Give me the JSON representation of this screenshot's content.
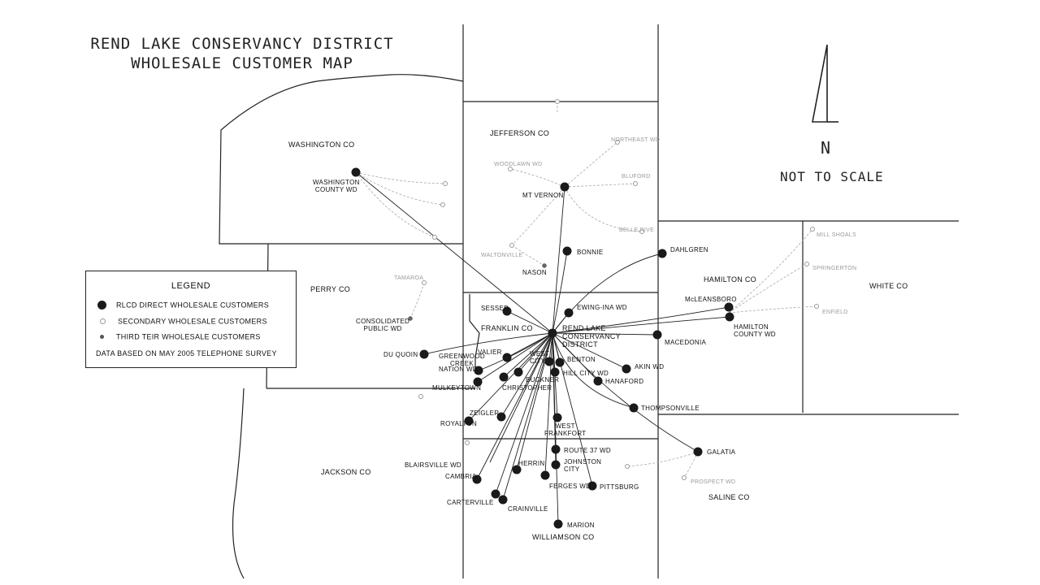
{
  "title": {
    "line1": "REND LAKE CONSERVANCY DISTRICT",
    "line2": "WHOLESALE CUSTOMER MAP"
  },
  "north": {
    "letter": "N",
    "scale_note": "NOT TO SCALE"
  },
  "legend": {
    "heading": "LEGEND",
    "direct": "RLCD DIRECT WHOLESALE CUSTOMERS",
    "secondary": "SECONDARY WHOLESALE CUSTOMERS",
    "third": "THIRD TEIR WHOLESALE CUSTOMERS",
    "note": "DATA BASED ON MAY 2005 TELEPHONE SURVEY"
  },
  "counties": {
    "washington": "WASHINGTON CO",
    "jefferson": "JEFFERSON CO",
    "perry": "PERRY CO",
    "franklin": "FRANKLIN CO",
    "hamilton": "HAMILTON CO",
    "white": "WHITE CO",
    "jackson": "JACKSON CO",
    "saline": "SALINE CO",
    "williamson": "WILLIAMSON CO"
  },
  "direct": {
    "washington_county_wd": "WASHINGTON\nCOUNTY WD",
    "mt_vernon": "MT VERNON",
    "bonnie": "BONNIE",
    "dahlgren": "DAHLGREN",
    "mcleansboro": "McLEANSBORO",
    "hamilton_county_wd": "HAMILTON\nCOUNTY WD",
    "sesser": "SESSER",
    "ewing_ina": "EWING-INA WD",
    "rend_lake": "REND LAKE\nCONSERVANCY\nDISTRICT",
    "macedonia": "MACEDONIA",
    "du_quoin": "DU QUOIN",
    "valier": "VALIER",
    "greenwood_creek": "GREENWOOD\nCREEK",
    "nation_wd": "NATION WD",
    "west_city": "WEST\nCITY",
    "benton": "BENTON",
    "akin_wd": "AKIN WD",
    "hill_city_wd": "HILL CITY WD",
    "buckner": "BUCKNER",
    "christopher": "CHRISTOPHER",
    "hanaford": "HANAFORD",
    "mulkeytown": "MULKEYTOWN",
    "thompsonville": "THOMPSONVILLE",
    "zeigler": "ZEIGLER",
    "royalton": "ROYALTON",
    "west_frankfort": "WEST\nFRANKFORT",
    "route_37_wd": "ROUTE 37 WD",
    "galatia": "GALATIA",
    "blairsville_wd": "BLAIRSVILLE WD",
    "herrin": "HERRIN",
    "johnston_city": "JOHNSTON\nCITY",
    "cambria": "CAMBRIA",
    "ferges_wd": "FERGES WD",
    "pittsburg": "PITTSBURG",
    "carterville": "CARTERVILLE",
    "crainville": "CRAINVILLE",
    "marion": "MARION"
  },
  "secondary": {
    "northeast_wd": "NORTHEAST WD",
    "woodlawn_wd": "WOODLAWN WD",
    "bluford": "BLUFORD",
    "belle_rive": "BELLE RIVE",
    "waltonville": "WALTONVILLE",
    "nason": "NASON",
    "tamaroa": "TAMAROA",
    "consolidated_public_wd": "CONSOLIDATED\nPUBLIC WD",
    "mill_shoals": "MILL SHOALS",
    "springerton": "SPRINGERTON",
    "enfield": "ENFIELD",
    "prospect_wd": "PROSPECT WD"
  }
}
